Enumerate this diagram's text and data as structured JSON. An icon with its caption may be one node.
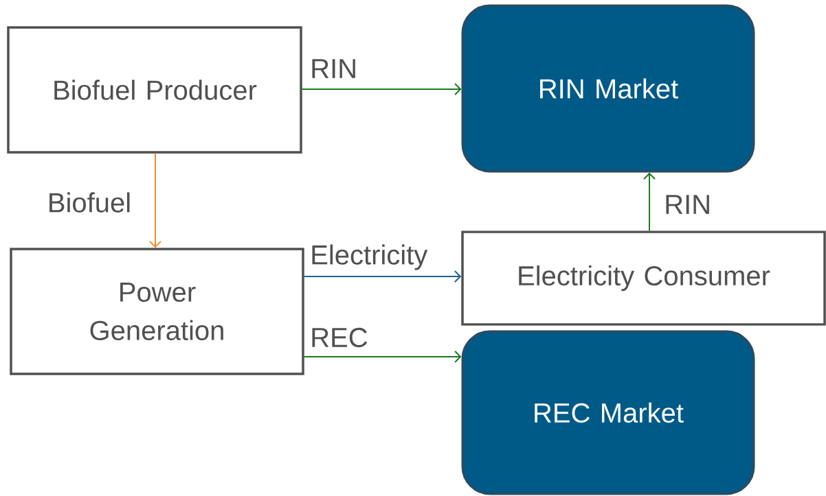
{
  "diagram": {
    "nodes": [
      {
        "text": [
          "Biofuel Producer"
        ]
      },
      {
        "text": [
          "RIN Market"
        ]
      },
      {
        "text": [
          "Power Generation"
        ]
      },
      {
        "text": [
          "Electricity Consumer"
        ]
      },
      {
        "text": [
          "REC Market"
        ]
      }
    ],
    "edges": [
      {
        "from": 0,
        "to": 1,
        "arrow": "to",
        "label": "RIN"
      },
      {
        "from": 0,
        "to": 2,
        "arrow": "to",
        "label": "Biofuel",
        "color": "#f28c1e"
      },
      {
        "from": 2,
        "to": 3,
        "arrow": "to",
        "label": "Electricity",
        "color": "#1f6391"
      },
      {
        "from": 2,
        "to": 4,
        "arrow": "to",
        "label": "REC"
      },
      {
        "from": 3,
        "to": 1,
        "arrow": "to",
        "label": "RIN"
      }
    ]
  }
}
